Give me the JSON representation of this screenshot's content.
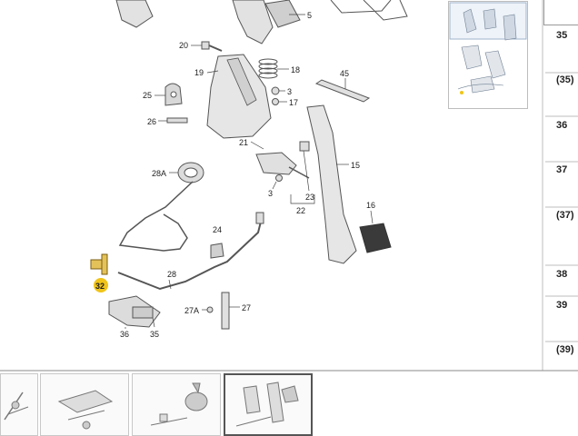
{
  "parts": {
    "p5": "5",
    "p20": "20",
    "p19": "19",
    "p18": "18",
    "p45": "45",
    "p25": "25",
    "p3a": "3",
    "p17": "17",
    "p26": "26",
    "p21": "21",
    "p28A": "28A",
    "p15": "15",
    "p3b": "3",
    "p23": "23",
    "p22": "22",
    "p16": "16",
    "p24": "24",
    "p28": "28",
    "p32": "32",
    "p27A": "27A",
    "p27": "27",
    "p36": "36",
    "p35": "35"
  },
  "side_refs": [
    "35",
    "(35)",
    "36",
    "37",
    "(37)",
    "38",
    "39",
    "(39)"
  ],
  "colors": {
    "highlight": "#f0c419",
    "part_fill": "#e6e6e6",
    "part_stroke": "#555555"
  }
}
